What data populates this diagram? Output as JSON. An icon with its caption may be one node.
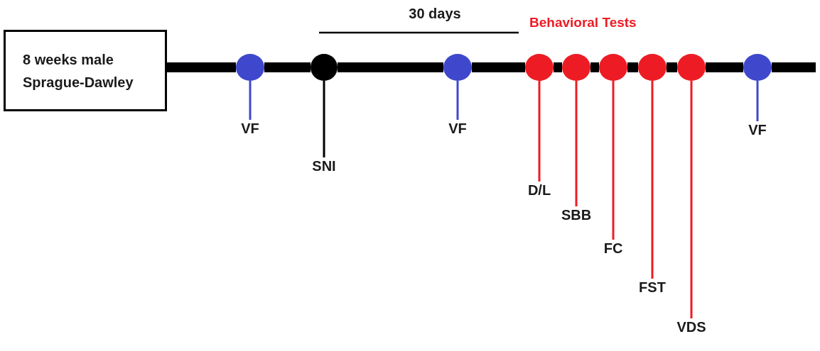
{
  "diagram": {
    "nodes": [
      {
        "text": [
          "8 weeks male Sprague-Dawley"
        ]
      },
      {
        "text": [],
        "shape": "circle"
      },
      {
        "text": [],
        "shape": "circle"
      },
      {
        "text": [],
        "shape": "circle"
      },
      {
        "text": [],
        "shape": "circle"
      },
      {
        "text": [],
        "shape": "circle"
      },
      {
        "text": [],
        "shape": "circle"
      },
      {
        "text": [],
        "shape": "circle"
      },
      {
        "text": [],
        "shape": "circle"
      },
      {
        "text": [],
        "shape": "circle"
      },
      {
        "text": [
          "VF"
        ]
      },
      {
        "text": [
          "SNI"
        ]
      },
      {
        "text": [
          "VF"
        ]
      },
      {
        "text": [
          "D/L"
        ]
      },
      {
        "text": [
          "SBB"
        ]
      },
      {
        "text": [
          "FC"
        ]
      },
      {
        "text": [
          "FST"
        ]
      },
      {
        "text": [
          "VDS"
        ]
      },
      {
        "text": [
          "VF"
        ]
      }
    ],
    "edges": [
      {
        "from": 0,
        "to": 1,
        "arrow": "none"
      },
      {
        "from": 1,
        "to": 2,
        "arrow": "none"
      },
      {
        "from": 2,
        "to": 3,
        "arrow": "none"
      },
      {
        "from": 3,
        "to": 4,
        "arrow": "none"
      },
      {
        "from": 4,
        "to": 5,
        "arrow": "none"
      },
      {
        "from": 5,
        "to": 6,
        "arrow": "none"
      },
      {
        "from": 6,
        "to": 7,
        "arrow": "none"
      },
      {
        "from": 7,
        "to": 8,
        "arrow": "none"
      },
      {
        "from": 8,
        "to": 9,
        "arrow": "none"
      },
      {
        "from": 9,
        "to": null,
        "arrow": "none"
      },
      {
        "from": 10,
        "to": 1,
        "arrow": "none",
        "color": "#3f48cc"
      },
      {
        "from": 11,
        "to": 2,
        "arrow": "none"
      },
      {
        "from": 12,
        "to": 3,
        "arrow": "none",
        "color": "#3f48cc"
      },
      {
        "from": 13,
        "to": 4,
        "arrow": "none",
        "color": "#ed1c24"
      },
      {
        "from": 14,
        "to": 5,
        "arrow": "none",
        "color": "#ed1c24"
      },
      {
        "from": 15,
        "to": 6,
        "arrow": "none",
        "color": "#ed1c24"
      },
      {
        "from": 16,
        "to": 7,
        "arrow": "none",
        "color": "#ed1c24"
      },
      {
        "from": 17,
        "to": 8,
        "arrow": "none",
        "color": "#ed1c24"
      },
      {
        "from": 18,
        "to": 9,
        "arrow": "none",
        "color": "#3f48cc"
      }
    ],
    "labels": [
      "30 days",
      "Behavioral Tests"
    ]
  }
}
